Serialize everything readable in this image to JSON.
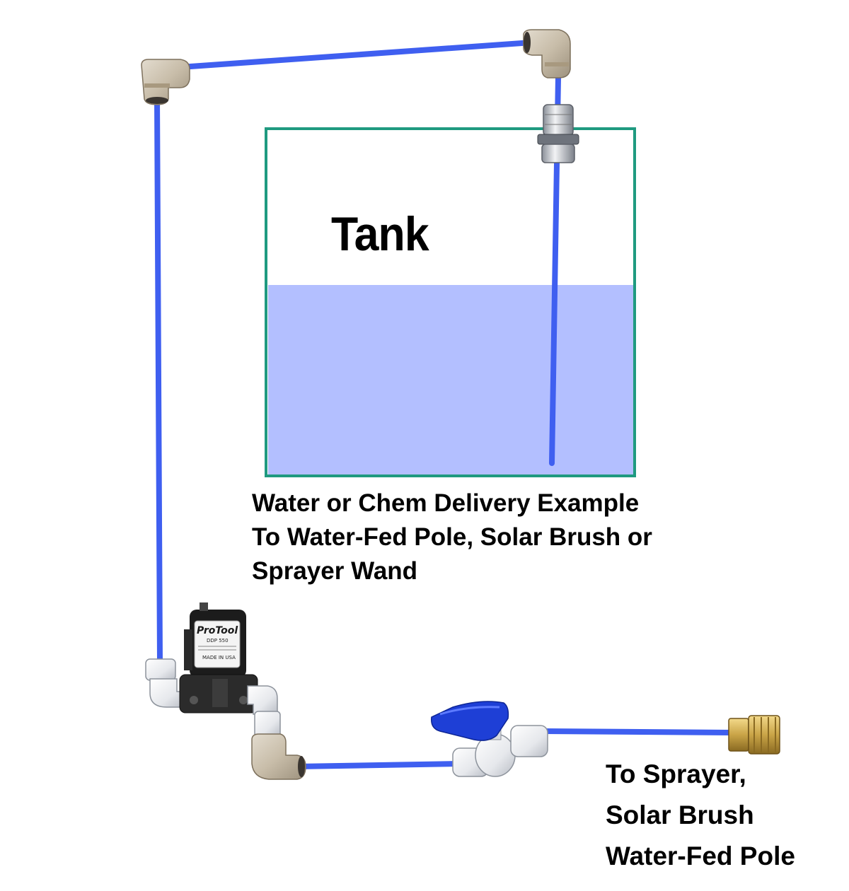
{
  "tank": {
    "label": "Tank",
    "fill_level": 0.55
  },
  "caption": {
    "lines": [
      "Water or Chem Delivery Example",
      "To Water-Fed Pole, Solar Brush or",
      "Sprayer Wand"
    ]
  },
  "destination": {
    "lines": [
      "To Sprayer,",
      "Solar Brush",
      "Water-Fed Pole"
    ]
  },
  "pump": {
    "brand": "ProTool",
    "model": "DDP 550",
    "origin": "MADE IN USA"
  },
  "colors": {
    "tube": "#3f5ff0",
    "tank_border": "#1f9a80",
    "water": "#b3bfff",
    "fitting": "#c9bfae",
    "valve_handle": "#1e3fd6",
    "brass": "#c9a447"
  },
  "icons": [
    "elbow-fitting-icon",
    "bulkhead-fitting-icon",
    "pump-icon",
    "ball-valve-icon",
    "hose-adapter-icon"
  ]
}
